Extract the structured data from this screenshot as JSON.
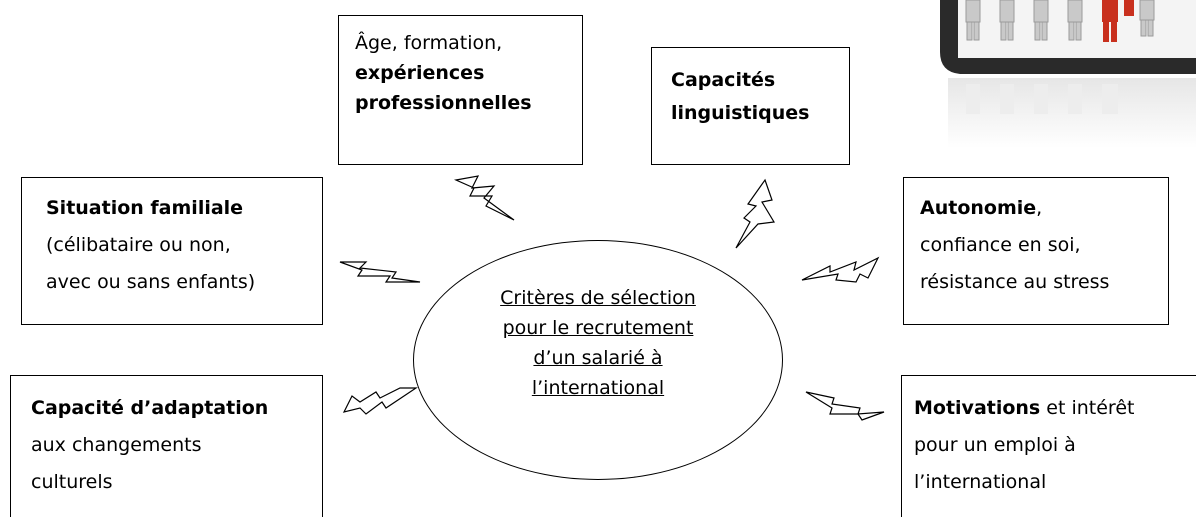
{
  "center": {
    "lines": [
      "Critères de sélection",
      "pour le recrutement",
      "d’un salarié à",
      "l’international"
    ]
  },
  "boxes": {
    "age": {
      "line1": "Âge, formation,",
      "line2": "expériences",
      "line3": "professionnelles"
    },
    "linguistic": {
      "line1": "Capacités",
      "line2": "linguistiques"
    },
    "family": {
      "bold": "Situation familiale",
      "line2": "(célibataire ou non,",
      "line3": "avec ou sans enfants)"
    },
    "autonomy": {
      "bold": "Autonomie",
      "suffix": ",",
      "line2": "confiance en soi,",
      "line3": "résistance au stress"
    },
    "adaptation": {
      "bold": "Capacité d’adaptation",
      "line2": "aux changements",
      "line3": "culturels"
    },
    "motivation": {
      "bold": "Motivations",
      "suffix": " et intérêt",
      "line2": "pour un emploi à",
      "line3": "l’international"
    }
  },
  "colors": {
    "figure_highlight": "#c8301e",
    "figure_grey": "#b8b8b8",
    "tablet_frame": "#2a2a2a"
  },
  "icons": [
    "lightning-bolt-icon",
    "people-figures-image"
  ]
}
